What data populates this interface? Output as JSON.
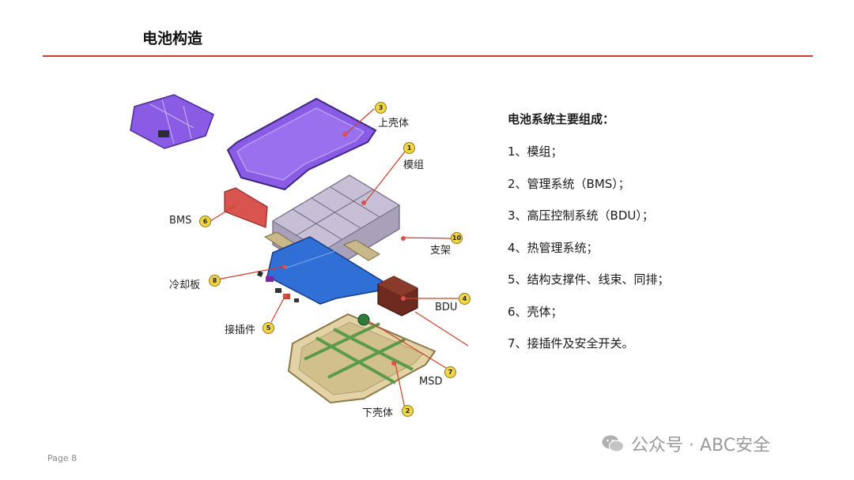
{
  "page": {
    "title": "电池构造",
    "footer": "Page 8",
    "watermark": "公众号 · ABC安全"
  },
  "diagram": {
    "callouts": [
      {
        "number": "3",
        "label": "上壳体"
      },
      {
        "number": "1",
        "label": "模组"
      },
      {
        "number": "6",
        "label": "BMS"
      },
      {
        "number": "10",
        "label": "支架"
      },
      {
        "number": "8",
        "label": "冷却板"
      },
      {
        "number": "4",
        "label": "BDU"
      },
      {
        "number": "5",
        "label": "接插件"
      },
      {
        "number": "7",
        "label": "MSD"
      },
      {
        "number": "2",
        "label": "下壳体"
      }
    ]
  },
  "composition": {
    "heading": "电池系统主要组成：",
    "items": [
      "1、模组；",
      "2、管理系统（BMS）；",
      "3、高压控制系统（BDU）；",
      "4、热管理系统；",
      "5、结构支撑件、线束、同排；",
      "6、壳体；",
      "7、接插件及安全开关。"
    ]
  },
  "colors": {
    "accent_rule": "#c9412a",
    "upper_case": "#8a5ce6",
    "module": "#b9b0c8",
    "cooling_plate": "#2f6fd6",
    "bms": "#d9534f",
    "bdu": "#6e2a1e",
    "lower_case": "#d8c79a",
    "callout_badge": "#f2d544"
  }
}
